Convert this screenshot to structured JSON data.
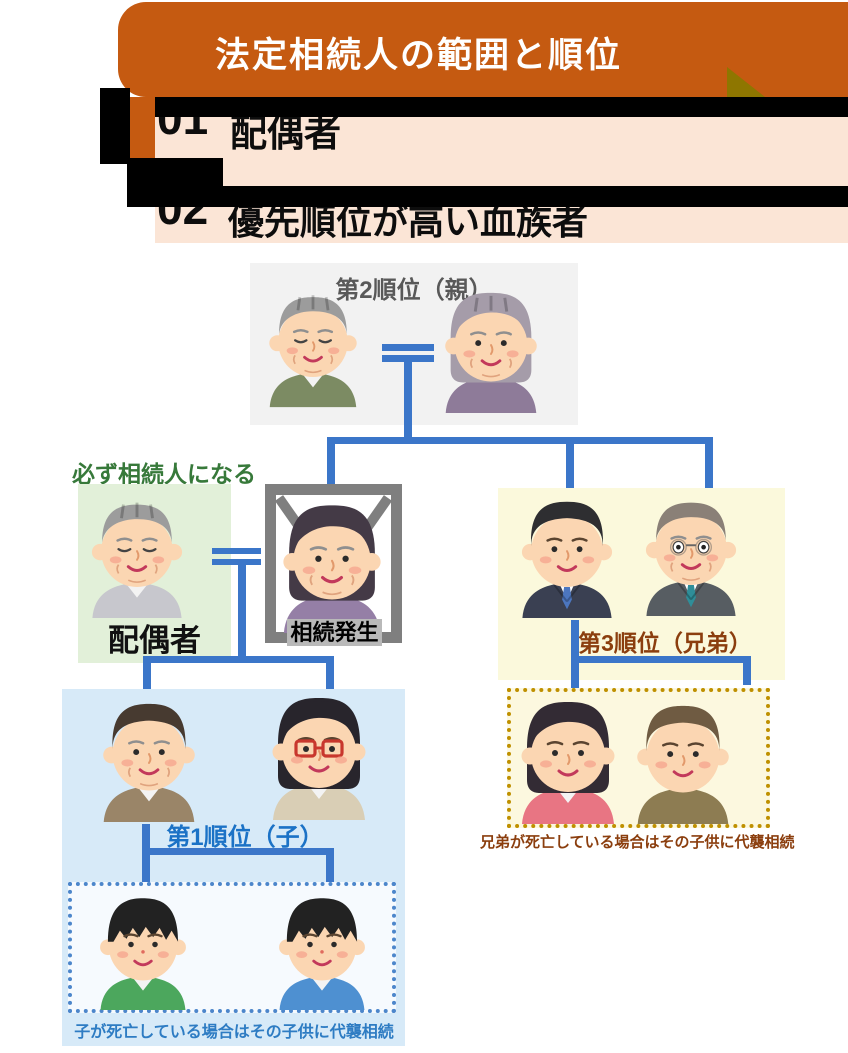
{
  "header": {
    "banner": {
      "title": "法定相続人の範囲と順位",
      "bg_color": "#C55A11",
      "text_color": "#FFFFFF",
      "fold_triangle_color": "#8E7600",
      "mask_bar_color": "#000000",
      "panel_bg_color": "#FBE5D6"
    },
    "items": [
      {
        "number": "01",
        "label": "配偶者"
      },
      {
        "number": "02",
        "label": "優先順位が高い血族者"
      }
    ]
  },
  "diagram": {
    "line_color": "#3B76C9",
    "parents": {
      "label": "第2順位（親）",
      "label_color": "#595959",
      "bg": "#F2F2F2"
    },
    "spouse": {
      "tag": "必ず相続人になる",
      "tag_color": "#37793A",
      "label": "配偶者",
      "bg": "#E2F0D9"
    },
    "deceased": {
      "label": "相続発生",
      "frame_color": "#7F7F7F",
      "badge_bg": "#B9B9B9"
    },
    "children": {
      "label": "第1順位（子）",
      "label_color": "#1B72C6",
      "bg": "#D7EAF8",
      "dotted_border": "#4C86CB",
      "caption": "子が死亡している場合はその子供に代襲相続",
      "caption_color": "#2E7CC3"
    },
    "siblings": {
      "label": "第3順位（兄弟）",
      "label_color": "#8B3E0E",
      "bg": "#FBF9DC",
      "dotted_border": "#BF9000",
      "caption": "兄弟が死亡している場合はその子供に代襲相続",
      "caption_color": "#8B3E0E"
    },
    "people": {
      "grandfather": {
        "hair_style": "combover",
        "hair_color": "#9C9C9C",
        "hair_stripes": true,
        "eyes": "closed",
        "glasses": "none",
        "elderly": true,
        "nose": "line",
        "outfit": "collar",
        "outfit_color": "#7C8B63"
      },
      "grandmother": {
        "hair_style": "bob",
        "hair_color": "#A59CA9",
        "hair_stripes": true,
        "eyes": "open",
        "glasses": "none",
        "elderly": true,
        "nose": "line",
        "outfit": "plain",
        "outfit_color": "#8E7B99"
      },
      "spouse": {
        "hair_style": "combover",
        "hair_color": "#9C9C9C",
        "hair_stripes": true,
        "eyes": "closed",
        "glasses": "none",
        "elderly": true,
        "nose": "line",
        "outfit": "collar",
        "outfit_color": "#C7C7CD"
      },
      "deceased": {
        "hair_style": "bob",
        "hair_color": "#443A46",
        "hair_stripes": false,
        "eyes": "open",
        "glasses": "none",
        "elderly": true,
        "nose": "line",
        "outfit": "plain",
        "outfit_color": "#957FA6"
      },
      "sibling1": {
        "hair_style": "short",
        "hair_color": "#2E2E31",
        "hair_stripes": false,
        "eyes": "open",
        "glasses": "none",
        "elderly": false,
        "nose": "line",
        "outfit": "suit",
        "outfit_color": "#3A4052",
        "tie_color": "#4C76BF"
      },
      "sibling2": {
        "hair_style": "combover",
        "hair_color": "#8A8077",
        "hair_stripes": false,
        "eyes": "big",
        "glasses": "thin",
        "elderly": true,
        "nose": "line",
        "outfit": "suit",
        "outfit_color": "#575D62",
        "tie_color": "#2F8E99"
      },
      "niece": {
        "hair_style": "bob",
        "hair_color": "#332B34",
        "hair_stripes": false,
        "eyes": "open",
        "glasses": "none",
        "elderly": false,
        "nose": "line",
        "outfit": "collar",
        "outfit_color": "#E87583"
      },
      "nephew": {
        "hair_style": "short",
        "hair_color": "#6F5B42",
        "hair_stripes": false,
        "eyes": "open",
        "glasses": "none",
        "elderly": false,
        "nose": "line",
        "outfit": "plain",
        "outfit_color": "#8D7C52"
      },
      "son": {
        "hair_style": "short",
        "hair_color": "#473A30",
        "hair_stripes": false,
        "eyes": "open",
        "glasses": "none",
        "elderly": true,
        "nose": "line",
        "outfit": "collar",
        "outfit_color": "#9A8568"
      },
      "wife": {
        "hair_style": "bob",
        "hair_color": "#28252C",
        "hair_stripes": false,
        "eyes": "open",
        "glasses": "red",
        "elderly": false,
        "nose": "line",
        "outfit": "collar",
        "outfit_color": "#D9CEB5"
      },
      "boy1": {
        "hair_style": "boy",
        "hair_color": "#222222",
        "hair_stripes": false,
        "eyes": "open",
        "glasses": "none",
        "elderly": false,
        "nose": "dot",
        "outfit": "collar",
        "outfit_color": "#4CA75D"
      },
      "boy2": {
        "hair_style": "boy",
        "hair_color": "#222222",
        "hair_stripes": false,
        "eyes": "open",
        "glasses": "none",
        "elderly": false,
        "nose": "dot",
        "outfit": "collar",
        "outfit_color": "#4E90D1"
      }
    }
  }
}
